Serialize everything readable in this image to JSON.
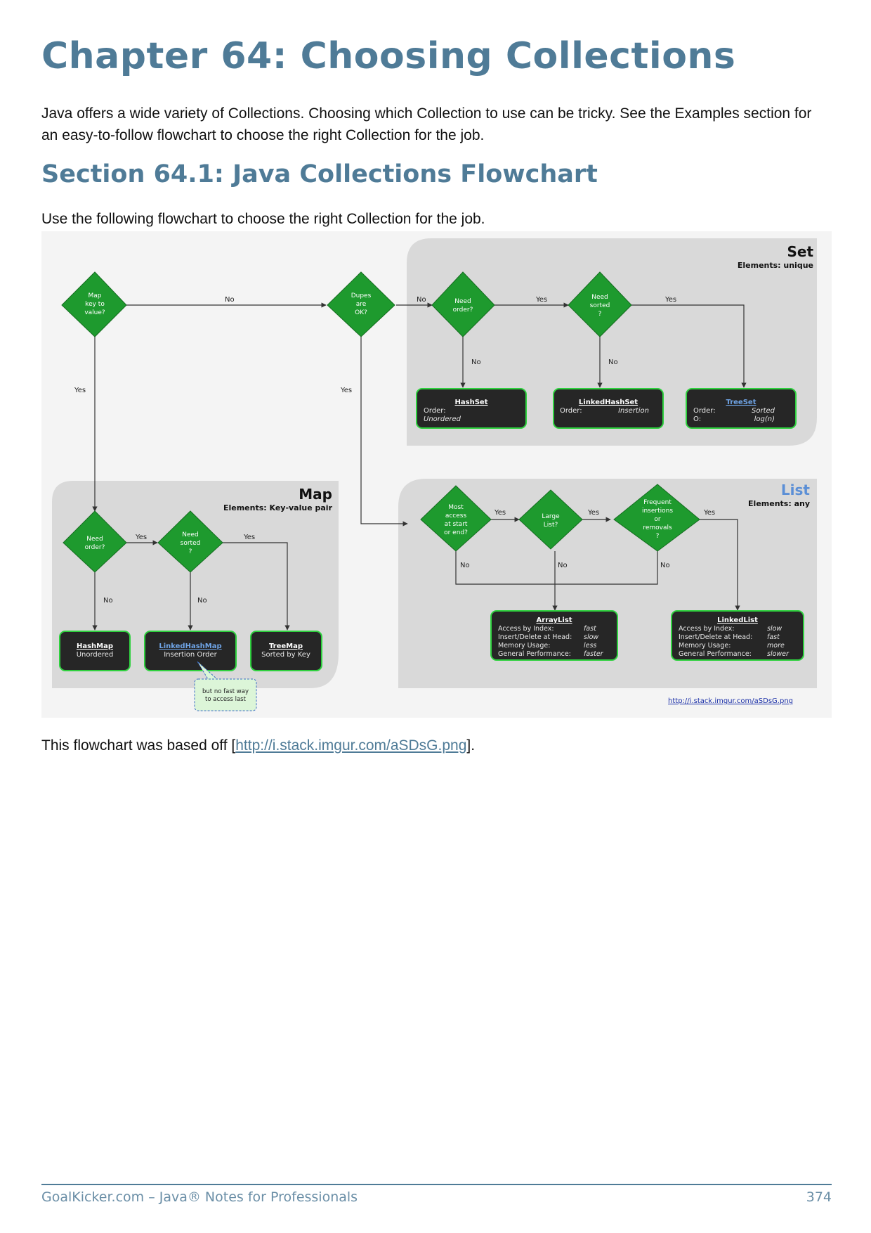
{
  "chapter_title": "Chapter 64: Choosing Collections",
  "intro": "Java offers a wide variety of Collections. Choosing which Collection to use can be tricky. See the Examples section for an easy-to-follow flowchart to choose the right Collection for the job.",
  "section_title": "Section 64.1: Java Collections Flowchart",
  "lead": "Use the following flowchart to choose the right Collection for the job.",
  "flowchart": {
    "set_group": {
      "title": "Set",
      "subtitle": "Elements: unique"
    },
    "map_group": {
      "title": "Map",
      "subtitle": "Elements: Key-value pair"
    },
    "list_group": {
      "title": "List",
      "subtitle": "Elements: any"
    },
    "decisions": {
      "map_key": [
        "Map",
        "key to",
        "value?"
      ],
      "dupes": [
        "Dupes",
        "are",
        "OK?"
      ],
      "set_need_order": [
        "Need",
        "order?"
      ],
      "set_need_sorted": [
        "Need",
        "sorted",
        "?"
      ],
      "map_need_order": [
        "Need",
        "order?"
      ],
      "map_need_sorted": [
        "Need",
        "sorted",
        "?"
      ],
      "most_access": [
        "Most",
        "access",
        "at start",
        "or end?"
      ],
      "large_list": [
        "Large",
        "List?"
      ],
      "frequent": [
        "Frequent",
        "insertions",
        "or",
        "removals",
        "?"
      ]
    },
    "edge_labels": {
      "yes": "Yes",
      "no": "No"
    },
    "results": {
      "hashset": {
        "name": "HashSet",
        "rows": [
          [
            "Order:",
            ""
          ],
          [
            "Unordered",
            ""
          ]
        ]
      },
      "linkedhashset": {
        "name": "LinkedHashSet",
        "rows": [
          [
            "Order:",
            "Insertion"
          ]
        ]
      },
      "treeset": {
        "name": "TreeSet",
        "rows": [
          [
            "Order:",
            "Sorted"
          ],
          [
            "O:",
            "log(n)"
          ]
        ]
      },
      "hashmap": {
        "name": "HashMap",
        "rows": [
          [
            "Unordered",
            ""
          ]
        ]
      },
      "linkedhashmap": {
        "name": "LinkedHashMap",
        "rows": [
          [
            "Insertion Order",
            ""
          ]
        ]
      },
      "treemap": {
        "name": "TreeMap",
        "rows": [
          [
            "Sorted by Key",
            ""
          ]
        ]
      },
      "arraylist": {
        "name": "ArrayList",
        "rows": [
          [
            "Access by Index:",
            "fast"
          ],
          [
            "Insert/Delete at Head:",
            "slow"
          ],
          [
            "Memory Usage:",
            "less"
          ],
          [
            "General Performance:",
            "faster"
          ]
        ]
      },
      "linkedlist": {
        "name": "LinkedList",
        "rows": [
          [
            "Access by Index:",
            "slow"
          ],
          [
            "Insert/Delete at Head:",
            "fast"
          ],
          [
            "Memory Usage:",
            "more"
          ],
          [
            "General Performance:",
            "slower"
          ]
        ]
      }
    },
    "note": [
      "but no fast way",
      "to access last"
    ],
    "source_url": "http://i.stack.imgur.com/aSDsG.png"
  },
  "caption": {
    "prefix": "This flowchart was based off [",
    "link": "http://i.stack.imgur.com/aSDsG.png",
    "suffix": "]."
  },
  "footer": {
    "left": "GoalKicker.com – Java® Notes for Professionals",
    "page": "374"
  },
  "colors": {
    "heading": "#4f7b97",
    "diamond": "#1e9a2e",
    "result_box": "#262626",
    "result_border": "#2fd13f",
    "group_bg": "#d9d9d9",
    "figure_bg": "#f4f4f4"
  }
}
